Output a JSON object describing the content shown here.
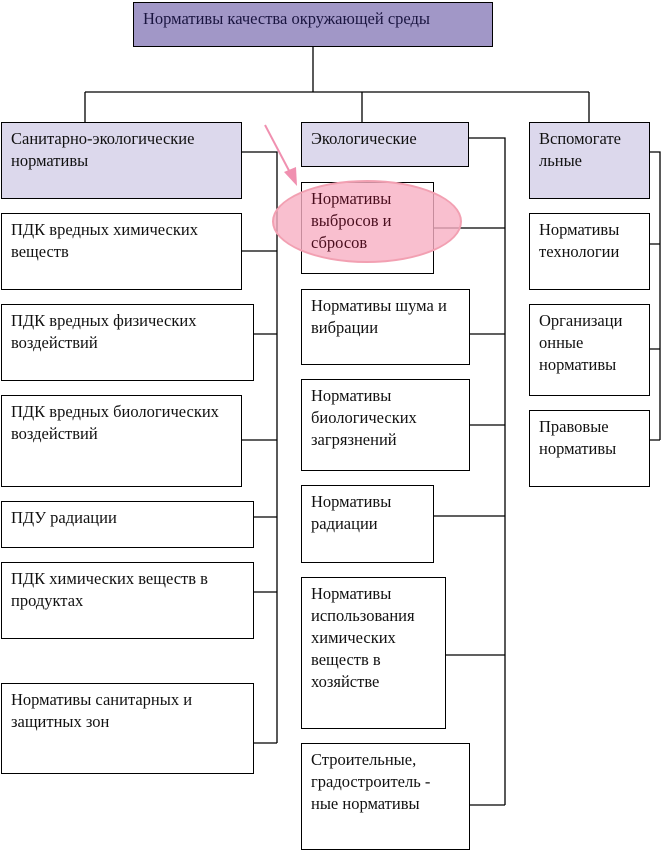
{
  "root": {
    "label": "Нормативы качества окружающей среды"
  },
  "columns": [
    {
      "header": "Санитарно-экологические нормативы",
      "items": [
        "ПДК вредных химических веществ",
        "ПДК вредных физических воздействий",
        "ПДК вредных биологических воздействий",
        "ПДУ радиации",
        "ПДК химических веществ в продуктах",
        "Нормативы санитарных и защитных зон"
      ]
    },
    {
      "header": "Экологические",
      "items": [
        "Нормативы выбросов и сбросов",
        "Нормативы шума и вибрации",
        "Нормативы биологических загрязнений",
        "Нормативы радиации",
        "Нормативы использования химических веществ в хозяйстве",
        "Строительные, градостроитель - ные нормативы"
      ]
    },
    {
      "header": "Вспомогате льные",
      "items": [
        "Нормативы технологии",
        "Организаци онные нормативы",
        "Правовые нормативы"
      ]
    }
  ],
  "colors": {
    "root": "#a197c7",
    "header": "#dcd8ec",
    "highlight": "#f8afc3",
    "arrow": "#f090b0"
  }
}
